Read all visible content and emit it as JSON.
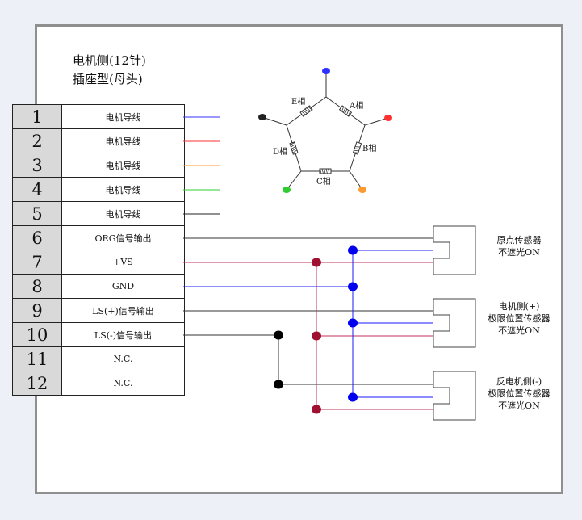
{
  "title": {
    "line1": "电机侧(12针)",
    "line2": "插座型(母头)"
  },
  "pins": [
    {
      "num": "1",
      "label": "电机导线",
      "wire": "#3030ff"
    },
    {
      "num": "2",
      "label": "电机导线",
      "wire": "#ff3030"
    },
    {
      "num": "3",
      "label": "电机导线",
      "wire": "#ff9a30"
    },
    {
      "num": "4",
      "label": "电机导线",
      "wire": "#30cc30"
    },
    {
      "num": "5",
      "label": "电机导线",
      "wire": "#222222"
    },
    {
      "num": "6",
      "label": "ORG信号输出"
    },
    {
      "num": "7",
      "label": "+VS"
    },
    {
      "num": "8",
      "label": "GND"
    },
    {
      "num": "9",
      "label": "LS(+)信号输出"
    },
    {
      "num": "10",
      "label": "LS(-)信号输出"
    },
    {
      "num": "11",
      "label": "N.C."
    },
    {
      "num": "12",
      "label": "N.C."
    }
  ],
  "phases": {
    "a": "A相",
    "b": "B相",
    "c": "C相",
    "d": "D相",
    "e": "E相"
  },
  "sensors": {
    "origin": {
      "line1": "原点传感器",
      "line2": "不遮光ON"
    },
    "plus": {
      "line1": "电机侧(+)",
      "line2": "极限位置传感器",
      "line3": "不遮光ON"
    },
    "minus": {
      "line1": "反电机侧(-)",
      "line2": "极限位置传感器",
      "line3": "不遮光ON"
    }
  },
  "colors": {
    "vs": "#c0305a",
    "gnd": "#1a1aff",
    "sig": "#333333",
    "vs_node": "#a01030",
    "gnd_node": "#0000ee",
    "sig_node": "#000000"
  }
}
